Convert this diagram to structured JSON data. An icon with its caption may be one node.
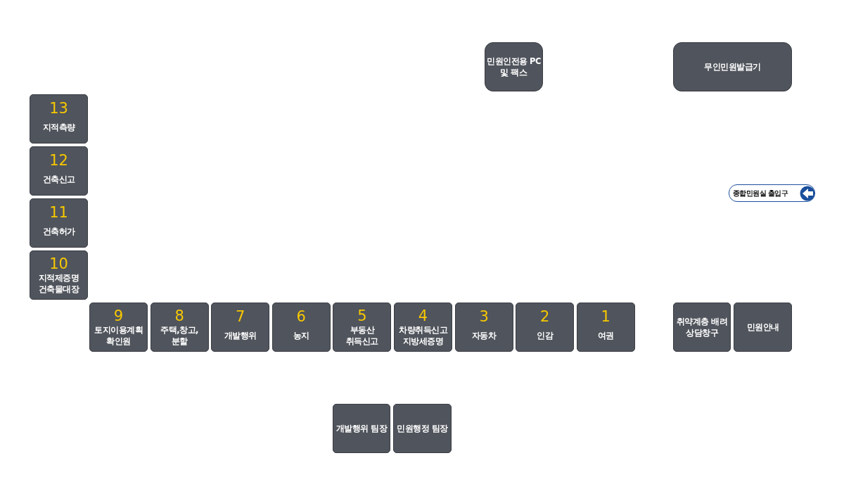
{
  "diagram": {
    "nodes": [
      {
        "text": [
          "민원인전용 PC 및 팩스"
        ]
      },
      {
        "text": [
          "무인민원발급기"
        ]
      },
      {
        "text": [
          "13",
          "지적측량"
        ]
      },
      {
        "text": [
          "12",
          "건축신고"
        ]
      },
      {
        "text": [
          "종합민원실 출입구"
        ]
      },
      {
        "text": [
          "11",
          "건축허가"
        ]
      },
      {
        "text": [
          "10",
          "지적제증명 건축물대장"
        ]
      },
      {
        "text": [
          "9",
          "토지이용계획 확인원"
        ]
      },
      {
        "text": [
          "8",
          "주택,창고, 분할"
        ]
      },
      {
        "text": [
          "7",
          "개발행위"
        ]
      },
      {
        "text": [
          "6",
          "농지"
        ]
      },
      {
        "text": [
          "5",
          "부동산 취득신고"
        ]
      },
      {
        "text": [
          "4",
          "차량취득신고 지방세증명"
        ]
      },
      {
        "text": [
          "3",
          "자동차"
        ]
      },
      {
        "text": [
          "2",
          "인감"
        ]
      },
      {
        "text": [
          "1",
          "여권"
        ]
      },
      {
        "text": [
          "취약계층 배려 상담창구"
        ]
      },
      {
        "text": [
          "민원안내"
        ]
      },
      {
        "text": [
          "개발행위 팀장"
        ]
      },
      {
        "text": [
          "민원행정 팀장"
        ]
      }
    ]
  }
}
